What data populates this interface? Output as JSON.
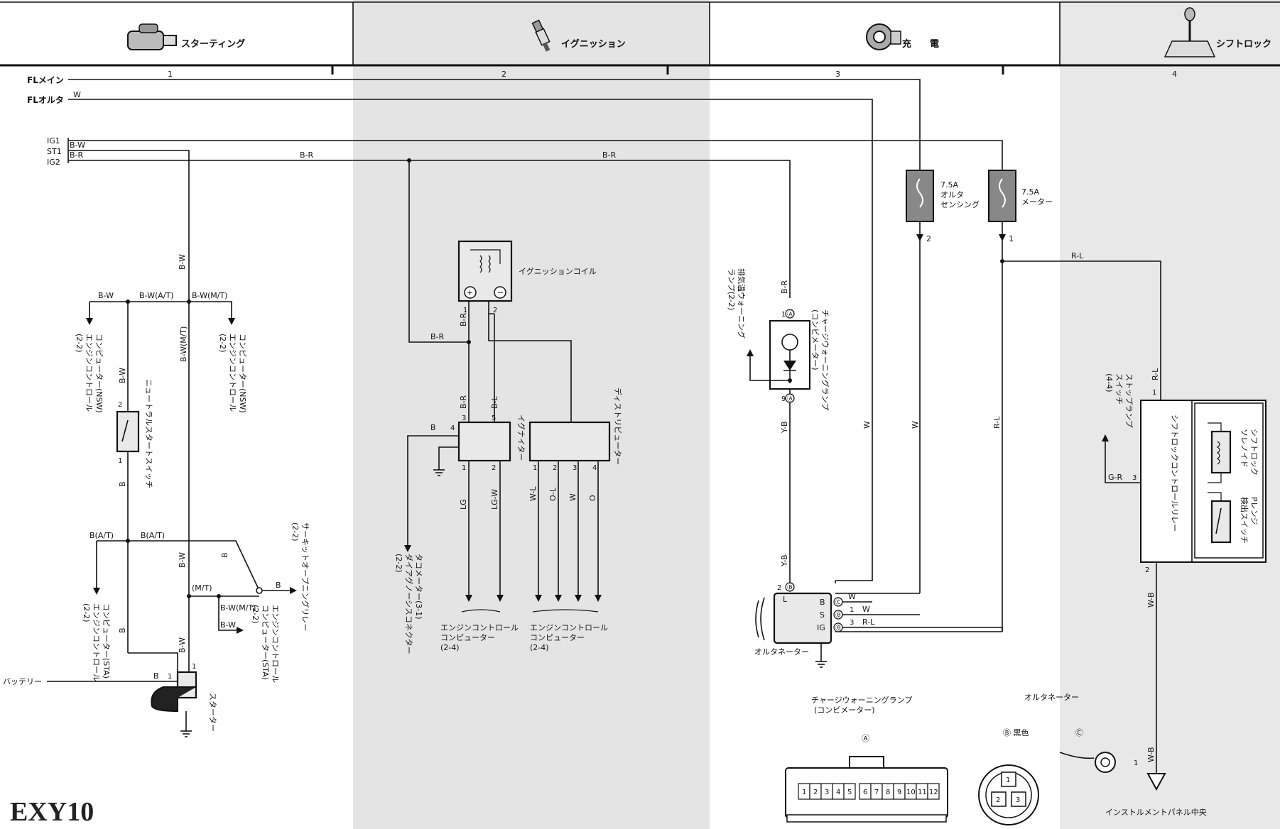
{
  "model_code": "EXY10",
  "sections": [
    {
      "no": "1",
      "title": "スターティング",
      "icon": "starter-motor-icon"
    },
    {
      "no": "2",
      "title": "イグニッション",
      "icon": "spark-plug-icon"
    },
    {
      "no": "3",
      "title": "充　　電",
      "icon": "alternator-icon"
    },
    {
      "no": "4",
      "title": "シフトロック",
      "icon": "shift-lever-icon"
    }
  ],
  "power_lines": {
    "fl_main": "FLメイン",
    "fl_alt": "FLオルタ",
    "ig1": "IG1",
    "st1": "ST1",
    "ig2": "IG2"
  },
  "wire_colors": {
    "w": "W",
    "bw": "B-W",
    "br": "B-R",
    "b": "B",
    "bl": "B-L",
    "lg": "LG",
    "lgw": "LG-W",
    "wl": "W-L",
    "ol": "O-L",
    "o": "O",
    "yb": "Y-B",
    "rl": "R-L",
    "gr": "G-R",
    "wb": "W-B",
    "bw_at": "B-W(A/T)",
    "bw_mt": "B-W(M/T)",
    "b_at": "B(A/T)",
    "mt": "(M/T)"
  },
  "fuses": [
    {
      "amp": "7.5A",
      "name1": "オルタ",
      "name2": "センシング",
      "pin": "2"
    },
    {
      "amp": "7.5A",
      "name1": "メーター",
      "name2": "",
      "pin": "1"
    }
  ],
  "components": {
    "ign_coil": "イグニッションコイル",
    "igniter": "イグナイター",
    "distributor": "ディストリビューター",
    "neutral_sw": "ニュートラルスタートスイッチ",
    "starter": "スターター",
    "battery": "バッテリー",
    "alternator": "オルタネーター",
    "shiftlock_relay": "シフトロックコントロールリレー",
    "shiftlock_solenoid1": "シフトロック",
    "shiftlock_solenoid2": "ソレノイド",
    "prange_sw1": "Pレンジ",
    "prange_sw2": "検出スイッチ",
    "charge_lamp_v1": "チャージウォーニングランプ",
    "charge_lamp_v2": "(コンビメーター)",
    "exhaust_lamp1": "排気温ウォーニング",
    "exhaust_lamp2": "ランプ(2-2)",
    "stop_lamp_sw1": "ストップランプ",
    "stop_lamp_sw2": "スイッチ",
    "stop_lamp_sw3": "(4-4)",
    "tacho1": "タコメーター(3-1)",
    "tacho2": "ダイアグノーシスコネクター",
    "tacho3": "(2-2)",
    "circuit_relay1": "サーキットオープニングリレー",
    "circuit_relay2": "(2-2)",
    "ecu_nsw1": "エンジンコントロール",
    "ecu_nsw2": "コンピューター(NSW)",
    "ecu_nsw3": "(2-2)",
    "ecu_sta1": "エンジンコントロール",
    "ecu_sta2": "コンピューター(STA)",
    "ecu_sta3": "(2-2)",
    "ecu_24a": "エンジンコントロール",
    "ecu_24b": "コンピューター",
    "ecu_24c": "(2-4)",
    "ground_panel": "インストルメントパネル中央"
  },
  "connectors": {
    "a_title1": "チャージウォーニングランプ",
    "a_title2": "(コンビメーター)",
    "a_label": "Ⓐ",
    "a_pins": [
      "1",
      "2",
      "3",
      "4",
      "5",
      "6",
      "7",
      "8",
      "9",
      "10",
      "11",
      "12"
    ],
    "b_label": "Ⓑ 黒色",
    "b_pins": [
      "1",
      "2",
      "3"
    ],
    "c_title": "オルタネーター",
    "c_label": "Ⓒ",
    "c_pin": "1"
  },
  "pins": {
    "p1": "1",
    "p2": "2",
    "p3": "3",
    "p4": "4",
    "p5": "5",
    "p9": "9",
    "p10": "10",
    "alt_b": "B",
    "alt_s": "S",
    "alt_ig": "IG",
    "alt_l": "L",
    "conn_a": "Ⓐ",
    "conn_b": "Ⓑ",
    "conn_c": "Ⓒ"
  }
}
